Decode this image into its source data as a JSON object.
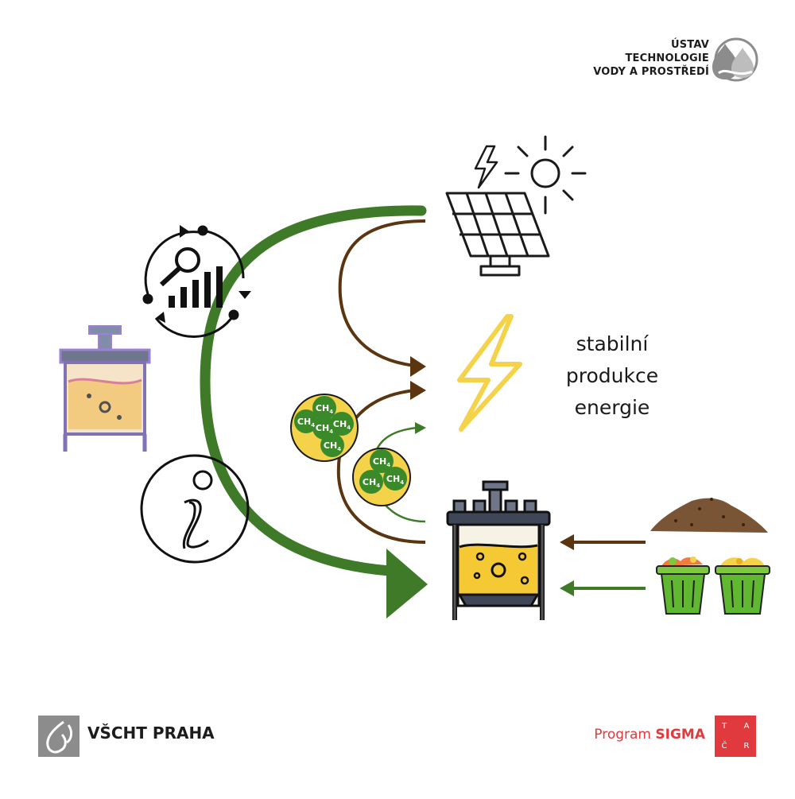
{
  "header": {
    "institute_lines": [
      "ÚSTAV",
      "TECHNOLOGIE",
      "VODY A PROSTŘEDÍ"
    ]
  },
  "diagram": {
    "caption_lines": [
      "stabilní",
      "produkce",
      "energie"
    ],
    "methane_label": "CH",
    "methane_subscript": "4"
  },
  "footer": {
    "university": "VŠCHT PRAHA",
    "program_prefix": "Program",
    "program_name": "SIGMA",
    "tacr_letters": [
      "T",
      "A",
      "Č",
      "R"
    ]
  },
  "colors": {
    "green": "#3f7a29",
    "brown": "#5b3510",
    "yellow": "#f4d24a",
    "gas_green": "#3b8a2a",
    "brand_red": "#e03a3e",
    "logo_gray": "#8c8c8c"
  },
  "icons": [
    "water-drops-logo-icon",
    "solar-panel-icon",
    "sun-icon",
    "lightning-icon",
    "monitoring-cycle-icon",
    "info-icon",
    "bioreactor-icon",
    "biogas-bubble-icon",
    "soil-pile-icon",
    "green-waste-bin-icon",
    "yellow-waste-bin-icon"
  ]
}
